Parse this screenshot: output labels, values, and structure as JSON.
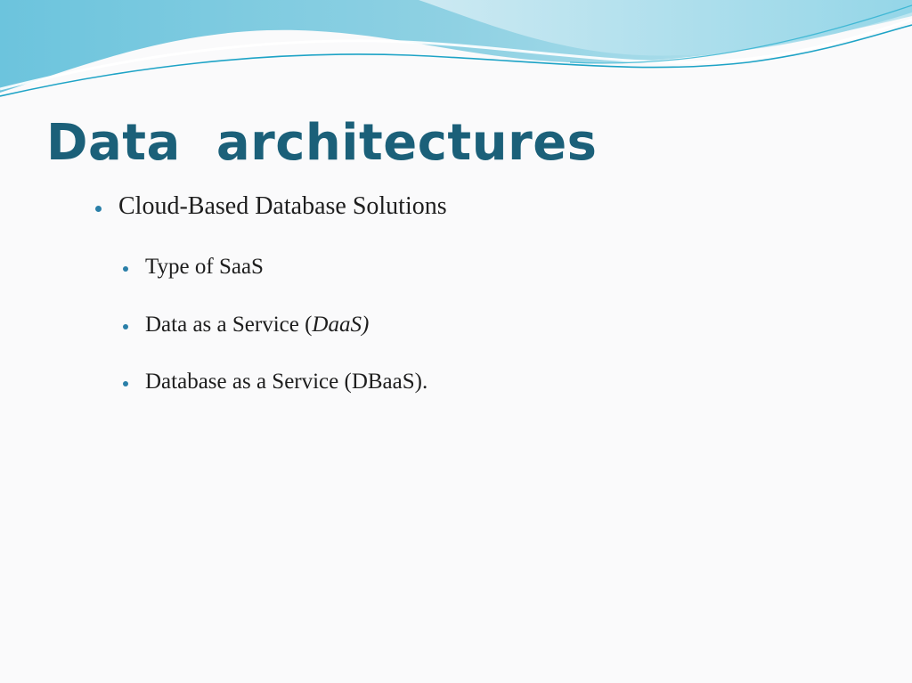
{
  "slide": {
    "title": "Data  architectures",
    "bullets": [
      {
        "text": "Cloud-Based Database Solutions"
      },
      {
        "text": "Type of SaaS"
      },
      {
        "text_before": "Data as a Service (",
        "text_italic": "DaaS)"
      },
      {
        "text": "Database as a Service (DBaaS)."
      }
    ]
  },
  "colors": {
    "title": "#1b6079",
    "bullet_dot": "#2a7fa8",
    "wave_light": "#a9dbe8",
    "wave_mid": "#5cc0dc",
    "wave_dark": "#1da3c6",
    "background": "#fafafb"
  }
}
